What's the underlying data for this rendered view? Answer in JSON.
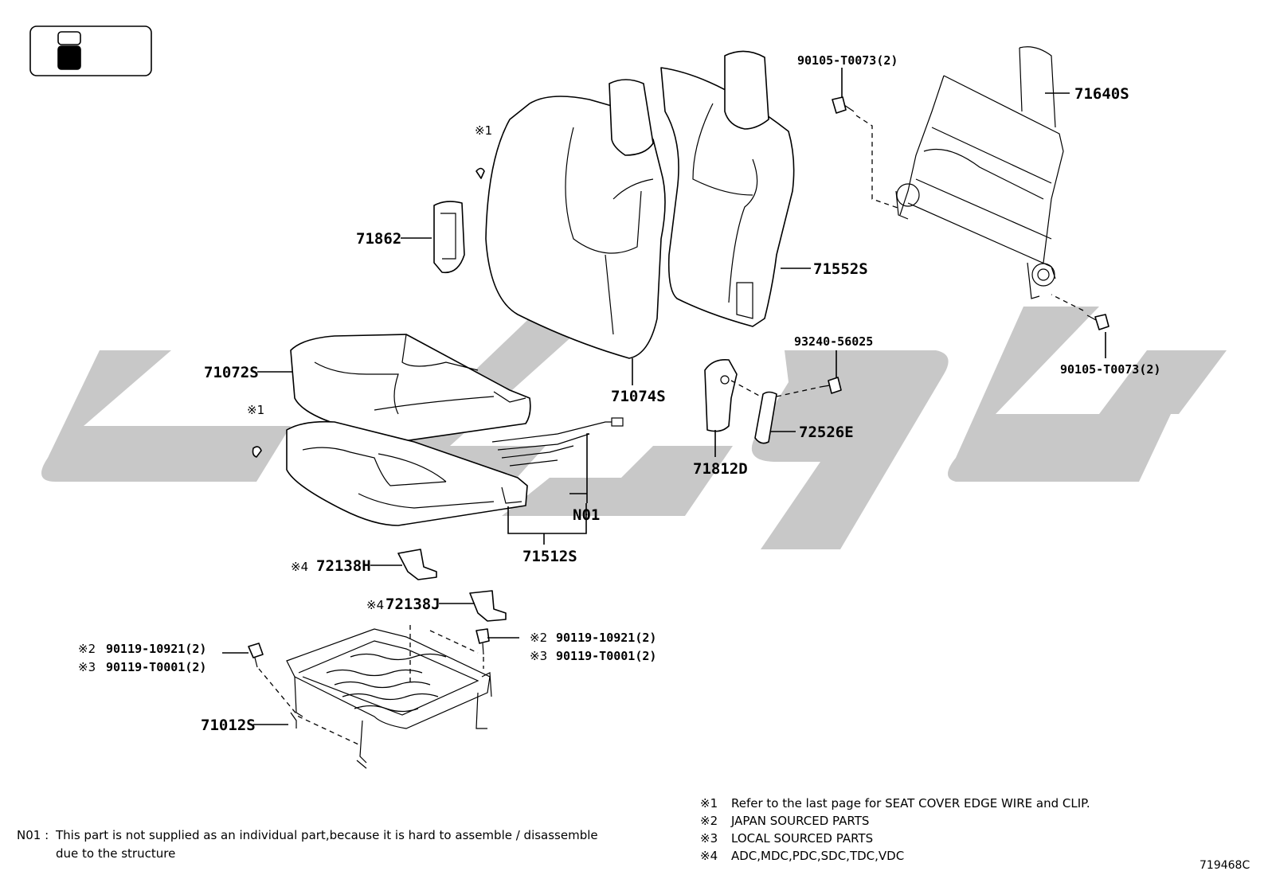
{
  "parts": {
    "p71640s": "71640S",
    "p90105_top": "90105-T0073(2)",
    "p90105_bottom": "90105-T0073(2)",
    "p71552s": "71552S",
    "p71862": "71862",
    "p71074s": "71074S",
    "p71072s": "71072S",
    "p93240": "93240-56025",
    "p72526e": "72526E",
    "p71812d": "71812D",
    "pN01": "N01",
    "p71512s": "71512S",
    "p72138h": "72138H",
    "p72138j": "72138J",
    "p90119_left_a": "90119-10921(2)",
    "p90119_left_b": "90119-T0001(2)",
    "p90119_right_a": "90119-10921(2)",
    "p90119_right_b": "90119-T0001(2)",
    "p71012s": "71012S"
  },
  "marks": {
    "m1a": "※1",
    "m1b": "※1",
    "m4a": "※4",
    "m4b": "※4",
    "m2l": "※2",
    "m3l": "※3",
    "m2r": "※2",
    "m3r": "※3"
  },
  "notes": {
    "n01_label": "N01 :",
    "n01_line1": "This part is not supplied as an individual part,because it is hard to assemble / disassemble",
    "n01_line2": "due to the structure",
    "k1_mark": "※1",
    "k1_text": "Refer to the last page for SEAT COVER EDGE WIRE and CLIP.",
    "k2_mark": "※2",
    "k2_text": "JAPAN SOURCED PARTS",
    "k3_mark": "※3",
    "k3_text": "LOCAL SOURCED PARTS",
    "k4_mark": "※4",
    "k4_text": "ADC,MDC,PDC,SDC,TDC,VDC"
  },
  "figure_id": "719468C",
  "colors": {
    "watermark": "#c8c8c8",
    "ink": "#000000"
  }
}
